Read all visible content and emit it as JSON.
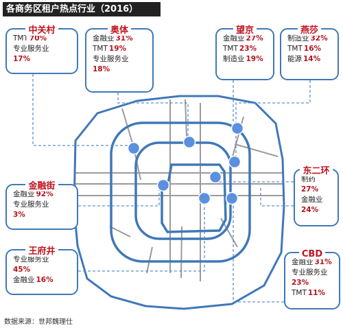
{
  "title": "各商务区租户热点行业（2016）",
  "source": "数据来源：世邦魏理仕",
  "colors": {
    "ring": "#3f78b8",
    "road": "#9a9a9a",
    "marker": "#5b90e0",
    "accent": "#c0141e",
    "leader": "#5a8fd0"
  },
  "districts": [
    {
      "id": "zhongguancun",
      "name": "中关村",
      "rows": [
        {
          "label": "TMT",
          "value": "70%"
        },
        {
          "label": "专业服务业",
          "value": "17%",
          "wrap": true
        }
      ]
    },
    {
      "id": "aoti",
      "name": "奥体",
      "rows": [
        {
          "label": "金融业",
          "value": "31%"
        },
        {
          "label": "TMT",
          "value": "19%"
        },
        {
          "label": "专业服务业",
          "value": "18%",
          "wrap": true
        }
      ]
    },
    {
      "id": "wangjing",
      "name": "望京",
      "rows": [
        {
          "label": "金融业",
          "value": "27%"
        },
        {
          "label": "TMT",
          "value": "23%"
        },
        {
          "label": "制造业",
          "value": "19%"
        }
      ]
    },
    {
      "id": "yansha",
      "name": "燕莎",
      "rows": [
        {
          "label": "制造业",
          "value": "32%"
        },
        {
          "label": "TMT",
          "value": "16%"
        },
        {
          "label": "能源",
          "value": "14%"
        }
      ]
    },
    {
      "id": "jinrongjie",
      "name": "金融街",
      "rows": [
        {
          "label": "金融业",
          "value": "92%"
        },
        {
          "label": "专业服务业",
          "value": "3%",
          "wrap": true
        }
      ]
    },
    {
      "id": "donger",
      "name": "东二环",
      "rows": [
        {
          "label": "制药",
          "value": "27%",
          "wrap": true
        },
        {
          "label": "金融业",
          "value": "24%",
          "wrap": true
        }
      ]
    },
    {
      "id": "wangfujing",
      "name": "王府井",
      "rows": [
        {
          "label": "专业服务业",
          "value": "45%",
          "wrap": true
        },
        {
          "label": "金融业",
          "value": "16%"
        }
      ]
    },
    {
      "id": "cbd",
      "name": "CBD",
      "rows": [
        {
          "label": "金融业",
          "value": "31%"
        },
        {
          "label": "专业服务业",
          "value": "23%",
          "wrap": true
        },
        {
          "label": "TMT",
          "value": "11%"
        }
      ]
    }
  ]
}
